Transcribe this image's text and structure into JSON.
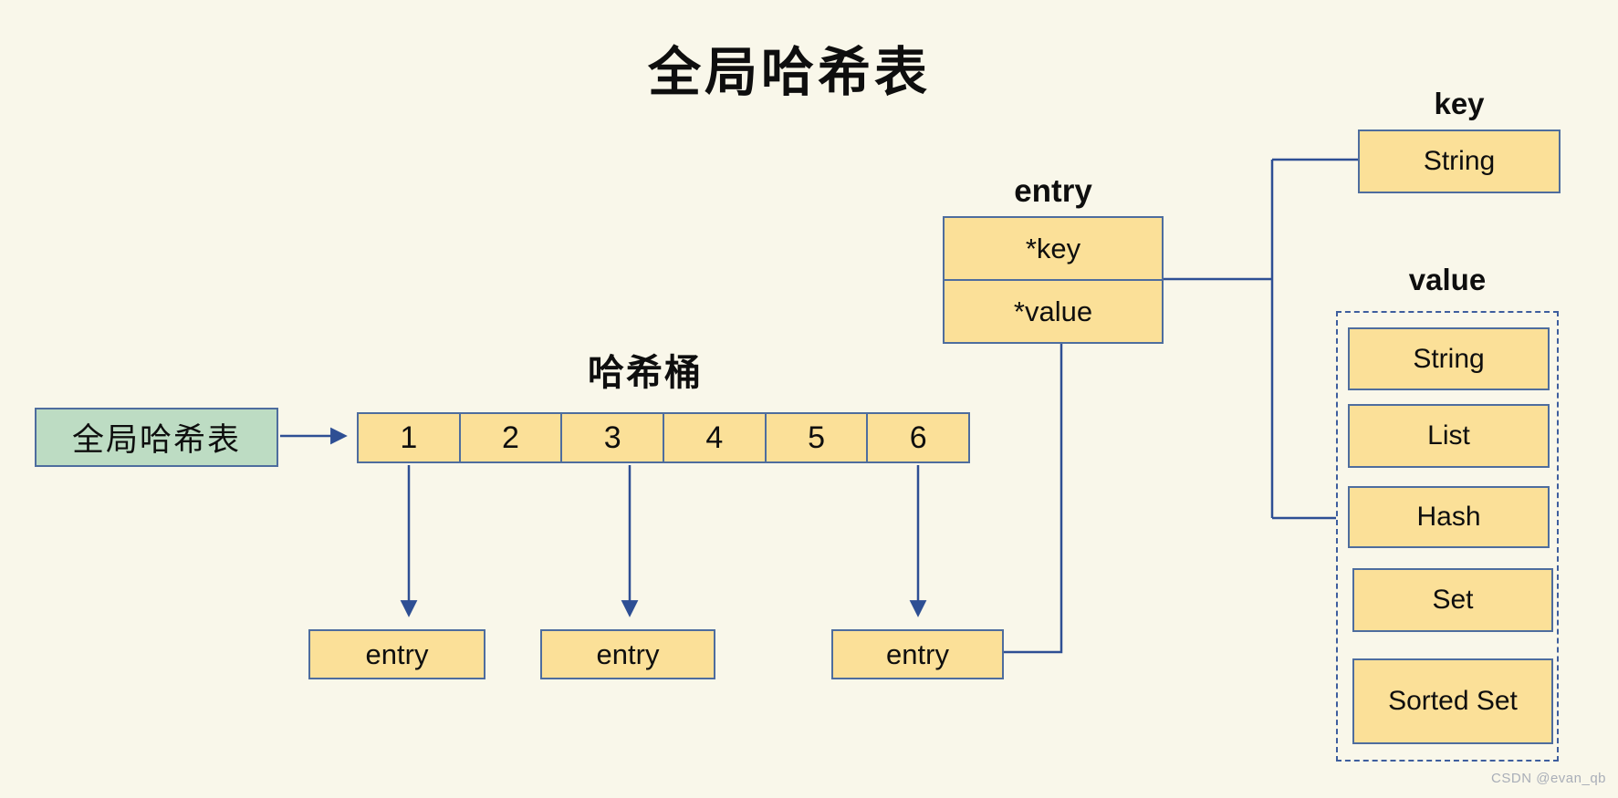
{
  "title": "全局哈希表",
  "global_table": {
    "label": "全局哈希表"
  },
  "bucket": {
    "label": "哈希桶",
    "cells": [
      "1",
      "2",
      "3",
      "4",
      "5",
      "6"
    ]
  },
  "entries": [
    "entry",
    "entry",
    "entry"
  ],
  "entry_struct": {
    "label": "entry",
    "fields": [
      "*key",
      "*value"
    ]
  },
  "key_section": {
    "label": "key",
    "type": "String"
  },
  "value_section": {
    "label": "value",
    "types": [
      "String",
      "List",
      "Hash",
      "Set",
      "Sorted Set"
    ]
  },
  "watermark": "CSDN @evan_qb",
  "colors": {
    "background": "#f9f7ea",
    "node_fill": "#fbe098",
    "root_fill": "#bddcc3",
    "border": "#4e6d9e",
    "connector": "#2e4f94",
    "watermark": "#a9aeb8"
  }
}
